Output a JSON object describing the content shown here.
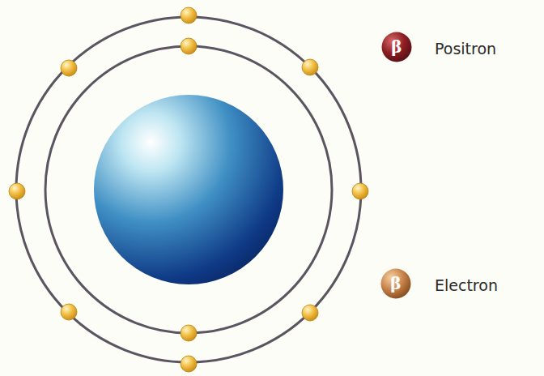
{
  "diagram": {
    "nodes": [
      {
        "text": [
          "β",
          "Positron"
        ]
      },
      {
        "text": [
          "β",
          "Electron"
        ]
      }
    ]
  }
}
